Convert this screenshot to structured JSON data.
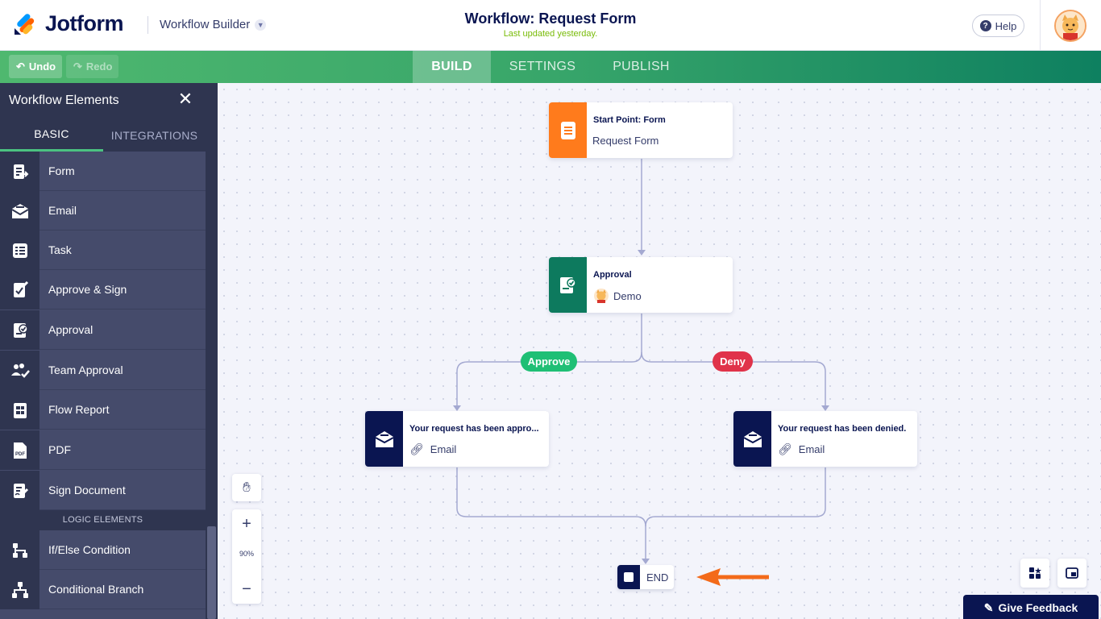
{
  "header": {
    "brand": "Jotform",
    "app_menu": "Workflow Builder",
    "title": "Workflow: Request Form",
    "subtitle": "Last updated yesterday.",
    "help_label": "Help"
  },
  "nav": {
    "undo_label": "Undo",
    "redo_label": "Redo",
    "tabs": [
      {
        "label": "BUILD",
        "active": true
      },
      {
        "label": "SETTINGS",
        "active": false
      },
      {
        "label": "PUBLISH",
        "active": false
      }
    ]
  },
  "sidebar": {
    "title": "Workflow Elements",
    "tabs": [
      {
        "label": "BASIC",
        "active": true
      },
      {
        "label": "INTEGRATIONS",
        "active": false
      }
    ],
    "items": [
      {
        "label": "Form",
        "icon": "form-icon"
      },
      {
        "label": "Email",
        "icon": "email-icon"
      },
      {
        "label": "Task",
        "icon": "task-list-icon"
      },
      {
        "label": "Approve & Sign",
        "icon": "approve-sign-icon"
      },
      {
        "label": "Approval",
        "icon": "approval-icon"
      },
      {
        "label": "Team Approval",
        "icon": "team-approval-icon"
      },
      {
        "label": "Flow Report",
        "icon": "flow-report-icon"
      },
      {
        "label": "PDF",
        "icon": "pdf-icon"
      },
      {
        "label": "Sign Document",
        "icon": "sign-document-icon"
      }
    ],
    "logic_heading": "LOGIC ELEMENTS",
    "logic_items": [
      {
        "label": "If/Else Condition",
        "icon": "if-else-icon"
      },
      {
        "label": "Conditional Branch",
        "icon": "conditional-branch-icon"
      }
    ]
  },
  "canvas": {
    "start_node": {
      "title": "Start Point: Form",
      "subtitle": "Request Form",
      "color": "#ff7b1c"
    },
    "approval_node": {
      "title": "Approval",
      "subtitle": "Demo",
      "color": "#0d7a5e"
    },
    "approve_branch": {
      "label": "Approve",
      "color": "#1fbf75"
    },
    "deny_branch": {
      "label": "Deny",
      "color": "#e0334a"
    },
    "email_approved": {
      "title": "Your request has been appro...",
      "subtitle": "Email",
      "color": "#0a1551"
    },
    "email_denied": {
      "title": "Your request has been denied.",
      "subtitle": "Email",
      "color": "#0a1551"
    },
    "end_node": {
      "label": "END"
    },
    "zoom_level": "90%",
    "feedback_label": "Give Feedback"
  },
  "colors": {
    "wire": "#a4a9d1",
    "annotation_arrow": "#f36a1a"
  }
}
